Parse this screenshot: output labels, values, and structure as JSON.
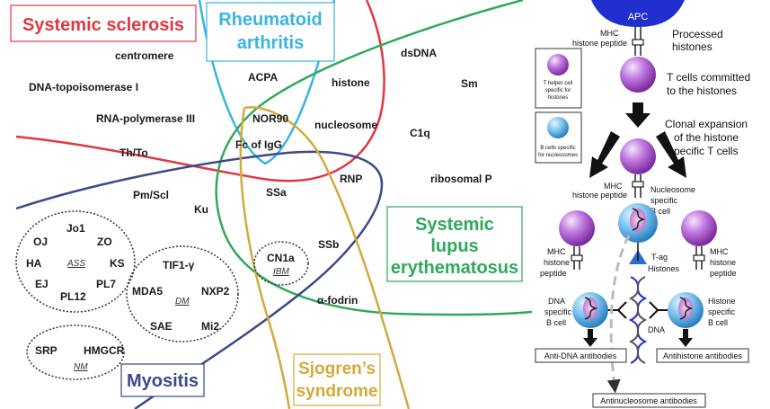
{
  "left_panel": {
    "diseases": {
      "systemic_sclerosis": "Systemic sclerosis",
      "rheumatoid_arthritis": [
        "Rheumatoid",
        "arthritis"
      ],
      "sle": [
        "Systemic",
        "lupus",
        "erythematosus"
      ],
      "myositis": "Myositis",
      "sjogrens": [
        "Sjogren’s",
        "syndrome"
      ]
    },
    "antibodies": {
      "centromere": "centromere",
      "dna_topo": "DNA-topoisomerase I",
      "rna_pol": "RNA-polymerase III",
      "th_to": "Th/To",
      "pm_scl": "Pm/Scl",
      "ku": "Ku",
      "acpa": "ACPA",
      "nor90": "NOR90",
      "fc_igg": "Fc of IgG",
      "ssa": "SSa",
      "rnp": "RNP",
      "histone": "histone",
      "nucleosome": "nucleosome",
      "dsdna": "dsDNA",
      "sm": "Sm",
      "c1q": "C1q",
      "ribosomal_p": "ribosomal P",
      "ssb": "SSb",
      "alpha_fodrin": "α-fodrin"
    },
    "ass_group": {
      "items": [
        "Jo1",
        "OJ",
        "ZO",
        "HA",
        "KS",
        "EJ",
        "PL7",
        "PL12"
      ],
      "label": "ASS"
    },
    "dm_group": {
      "items": [
        "TIF1-γ",
        "MDA5",
        "NXP2",
        "SAE",
        "Mi2"
      ],
      "label": "DM"
    },
    "nm_group": {
      "items": [
        "SRP",
        "HMGCR"
      ],
      "label": "NM"
    },
    "ibm_group": {
      "items": [
        "CN1a"
      ],
      "label": "IBM"
    }
  },
  "right_panel": {
    "apc": "APC",
    "mhc_top": [
      "MHC",
      "histone peptide"
    ],
    "processed_histones": [
      "Processed",
      "histones"
    ],
    "t_committed": [
      "T cells committed",
      "to the histones"
    ],
    "clonal": [
      "Clonal expansion",
      "of the histone",
      "specific T cells"
    ],
    "legend_t": [
      "T helper cell",
      "specific for",
      "histones"
    ],
    "legend_b": [
      "B cells specific",
      "for nucleosomes"
    ],
    "mhc_center": [
      "MHC",
      "histone peptide"
    ],
    "nucleosome_b": [
      "Nucleosome",
      "specific",
      "B cell"
    ],
    "mhc_left": [
      "MHC",
      "histone",
      "peptide"
    ],
    "mhc_right": [
      "MHC",
      "histone",
      "peptide"
    ],
    "t_ag": "T-ag",
    "histones": "Histones",
    "dna_b": [
      "DNA",
      "specific",
      "B cell"
    ],
    "histone_b": [
      "Histone",
      "specific",
      "B cell"
    ],
    "dna": "DNA",
    "anti_dna": "Anti-DNA antibodies",
    "anti_histone": "Antihistone antibodies",
    "anti_nucleosome": "Antinucleosome antibodies"
  },
  "colors": {
    "ssc": "#e0383f",
    "ra": "#39b5e0",
    "sle": "#2eaa5a",
    "myositis": "#3b4a8a",
    "sjogren": "#d4a93b",
    "apc": "#1f2ecc",
    "tcell": "#b053d8",
    "bcell": "#4aa3e0"
  }
}
